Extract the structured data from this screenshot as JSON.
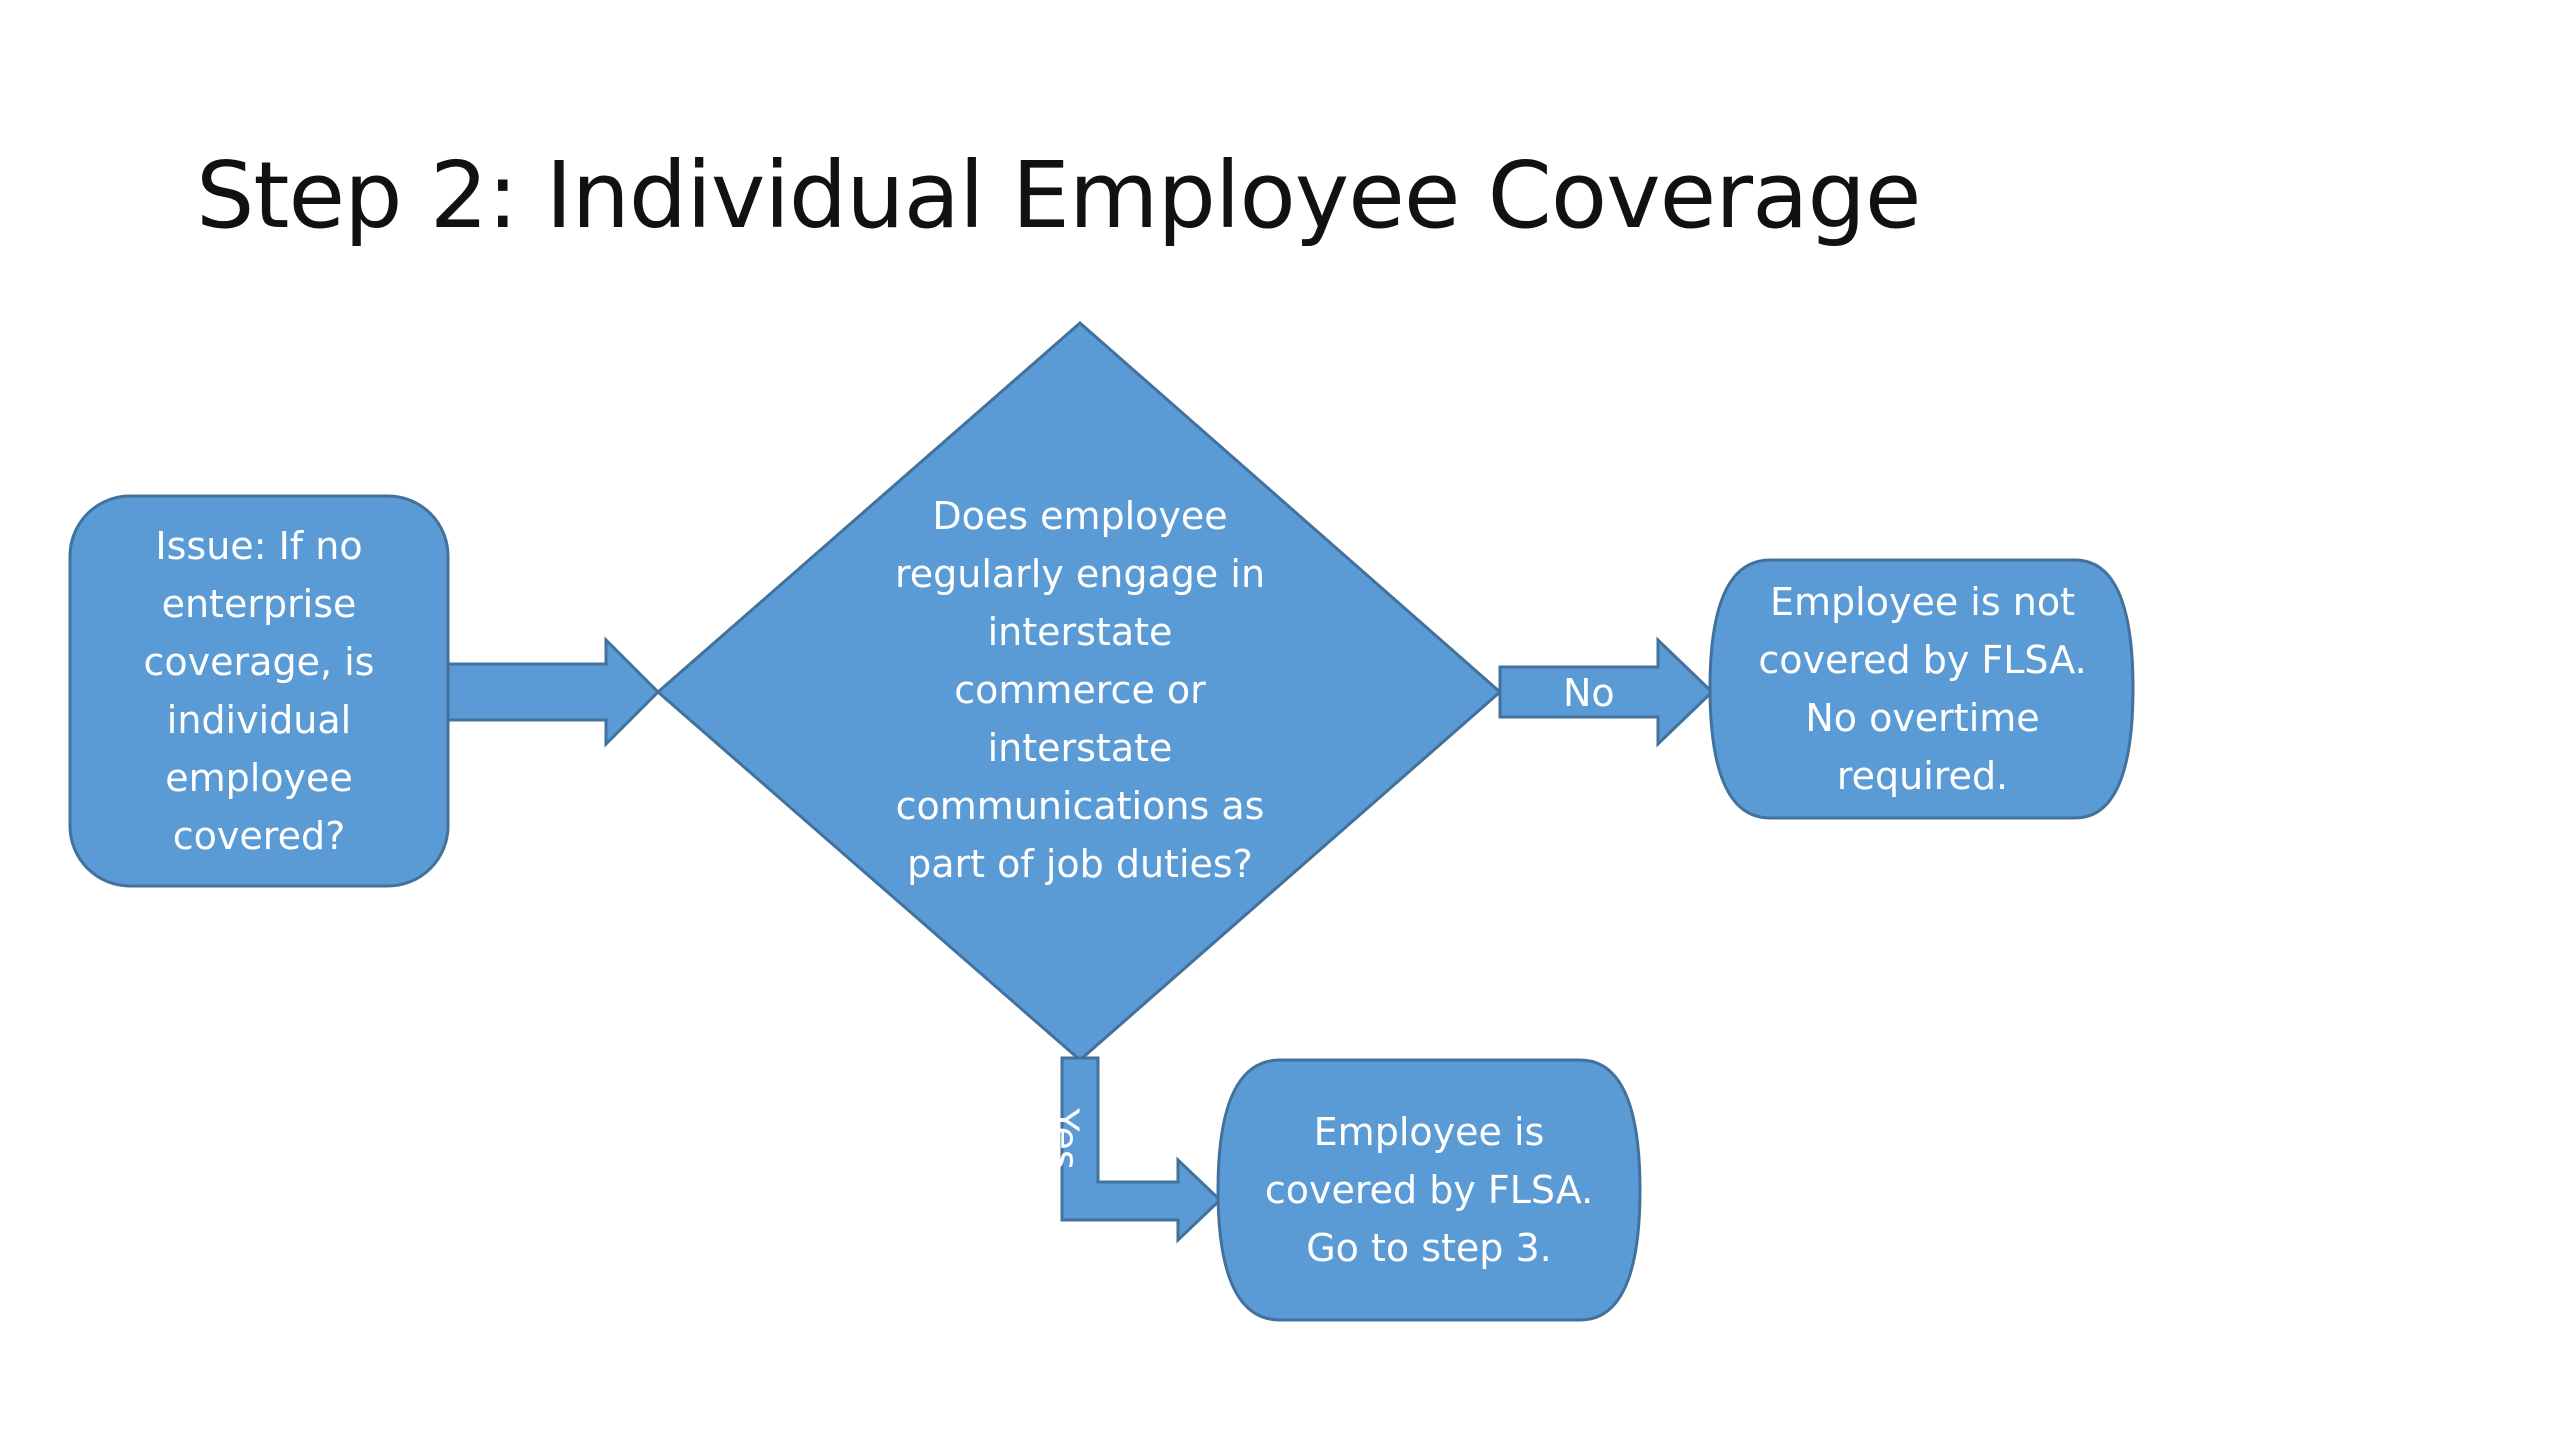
{
  "slide": {
    "title": "Step 2: Individual Employee Coverage"
  },
  "diagram": {
    "start_box": {
      "text": "Issue: If no\nenterprise\ncoverage, is\nindividual\nemployee\ncovered?"
    },
    "decision": {
      "text": "Does employee\nregularly engage in\ninterstate\ncommerce or\ninterstate\ncommunications as\npart of job duties?"
    },
    "no_label": "No",
    "yes_label": "Yes",
    "no_result": {
      "text": "Employee is not\ncovered by FLSA.\nNo overtime\nrequired."
    },
    "yes_result": {
      "text": "Employee is\ncovered by FLSA.\nGo to step 3."
    },
    "colors": {
      "fill": "#5B9BD5",
      "stroke": "#41719C",
      "text": "#FFFFFF",
      "title": "#111111"
    }
  }
}
